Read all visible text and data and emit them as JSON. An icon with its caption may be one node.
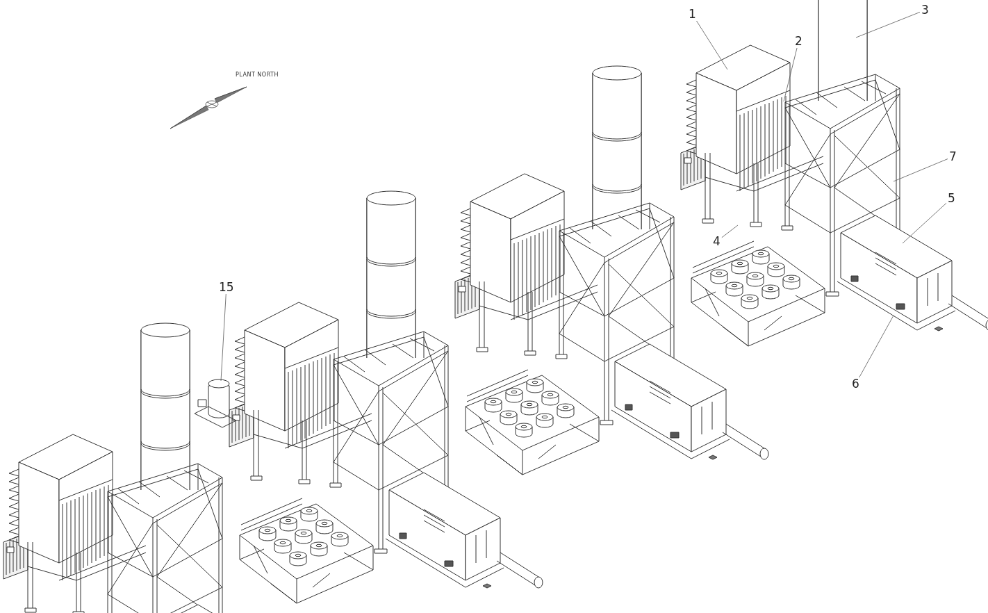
{
  "diagram": {
    "nodes": [
      {
        "text": [
          "1"
        ]
      },
      {
        "text": [
          "2"
        ]
      },
      {
        "text": [
          "3"
        ]
      },
      {
        "text": [
          "7"
        ]
      },
      {
        "text": [
          "5"
        ]
      },
      {
        "text": [
          "4"
        ]
      },
      {
        "text": [
          "6"
        ]
      },
      {
        "text": [
          "15"
        ]
      }
    ],
    "edges": [
      {
        "from": 0,
        "to": null,
        "arrow": "none"
      },
      {
        "from": 1,
        "to": null,
        "arrow": "none"
      },
      {
        "from": 2,
        "to": null,
        "arrow": "none"
      },
      {
        "from": 3,
        "to": null,
        "arrow": "none"
      },
      {
        "from": 4,
        "to": null,
        "arrow": "none"
      },
      {
        "from": 5,
        "to": null,
        "arrow": "none"
      },
      {
        "from": 6,
        "to": null,
        "arrow": "none"
      },
      {
        "from": 7,
        "to": null,
        "arrow": "none"
      }
    ],
    "labels": [
      "PLANT NORTH"
    ]
  }
}
